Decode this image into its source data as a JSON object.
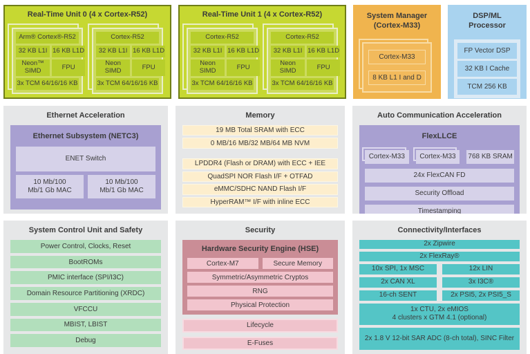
{
  "palette": {
    "lime_bg": "#c6d832",
    "lime_border": "#6f7d17",
    "lime_card": "#ccdb5e",
    "lime_card_border": "#e9eec8",
    "lime_block": "#b7ce2b",
    "orange_bg": "#f0b44e",
    "orange_card": "#f2ba5c",
    "orange_card_border": "#f8dca6",
    "blue_bg": "#a9d3ef",
    "blue_card_border": "#dceaf5",
    "gray_section_bg": "#e6e7e8",
    "purple_bg": "#a8a0d1",
    "purple_bar": "#d6d2e9",
    "cream_bar": "#fdeecd",
    "green_bar": "#b2dfbc",
    "rose_bg": "#ca8d96",
    "pink_bar": "#f2c5ce",
    "teal_bar": "#54c5c6",
    "text": "#3b3b3b"
  },
  "rtu0": {
    "title": "Real-Time Unit 0 (4 x Cortex-R52)",
    "cores": [
      {
        "name": "Arm® Cortex®-R52",
        "l1i": "32 KB L1I",
        "l1d": "16 KB L1D",
        "simd": "Neon™ SIMD",
        "fpu": "FPU",
        "tcm": "3x TCM 64/16/16 KB"
      },
      {
        "name": "Cortex-R52",
        "l1i": "32 KB L1I",
        "l1d": "16 KB L1D",
        "simd": "Neon SIMD",
        "fpu": "FPU",
        "tcm": "3x TCM 64/16/16 KB"
      }
    ]
  },
  "rtu1": {
    "title": "Real-Time Unit 1 (4 x Cortex-R52)",
    "cores": [
      {
        "name": "Cortex-R52",
        "l1i": "32 KB L1I",
        "l1d": "16 KB L1D",
        "simd": "Neon SIMD",
        "fpu": "FPU",
        "tcm": "3x TCM 64/16/16 KB"
      },
      {
        "name": "Cortex-R52",
        "l1i": "32 KB L1I",
        "l1d": "16 KB L1D",
        "simd": "Neon SIMD",
        "fpu": "FPU",
        "tcm": "3x TCM 64/16/16 KB"
      }
    ]
  },
  "system_manager": {
    "title_line1": "System Manager",
    "title_line2": "(Cortex-M33)",
    "blocks": [
      "Cortex-M33",
      "8 KB L1 I and D"
    ]
  },
  "dsp": {
    "title_line1": "DSP/ML",
    "title_line2": "Processor",
    "blocks": [
      "FP Vector DSP",
      "32 KB I Cache",
      "TCM 256 KB"
    ]
  },
  "ethernet": {
    "title": "Ethernet Acceleration",
    "subsystem_title": "Ethernet Subsystem (NETC3)",
    "enet_switch": "ENET Switch",
    "macs": [
      "10 Mb/100 Mb/1 Gb MAC",
      "10 Mb/100 Mb/1 Gb MAC"
    ]
  },
  "memory": {
    "title": "Memory",
    "group1": [
      "19 MB Total SRAM with ECC",
      "0 MB/16 MB/32 MB/64 MB NVM"
    ],
    "group2": [
      "LPDDR4 (Flash or DRAM) with ECC + IEE",
      "QuadSPI NOR Flash I/F + OTFAD",
      "eMMC/SDHC NAND Flash I/F",
      "HyperRAM™ I/F with inline ECC"
    ]
  },
  "auto_comm": {
    "title": "Auto Communication Acceleration",
    "flexllce_title": "FlexLLCE",
    "row": [
      "Cortex-M33",
      "Cortex-M33",
      "768 KB SRAM"
    ],
    "bars": [
      "24x FlexCAN FD",
      "Security Offload",
      "Timestamping"
    ]
  },
  "scu": {
    "title": "System Control Unit and Safety",
    "bars": [
      "Power Control, Clocks, Reset",
      "BootROMs",
      "PMIC interface (SPI/I3C)",
      "Domain Resource Partitioning (XRDC)",
      "VFCCU",
      "MBIST, LBIST",
      "Debug"
    ]
  },
  "security": {
    "title": "Security",
    "hse_title": "Hardware Security Engine (HSE)",
    "hse_row": [
      "Cortex-M7",
      "Secure Memory"
    ],
    "hse_bars": [
      "Symmetric/Asymmetric Cryptos",
      "RNG",
      "Physical Protection"
    ],
    "outer_bars": [
      "Lifecycle",
      "E-Fuses"
    ]
  },
  "connectivity": {
    "title": "Connectivity/Interfaces",
    "full_bars": [
      "2x Zipwire",
      "2x FlexRay®"
    ],
    "pairs": [
      [
        "10x SPI, 1x MSC",
        "12x LIN"
      ],
      [
        "2x CAN XL",
        "3x I3C®"
      ],
      [
        "16-ch SENT",
        "2x PSI5, 2x PSI5_S"
      ]
    ],
    "ctu_lines": [
      "1x CTU, 2x eMIOS",
      "4 clusters x GTM 4.1 (optional)"
    ],
    "adc": "2x 1.8 V 12-bit SAR ADC (8-ch total), SINC Filter"
  }
}
